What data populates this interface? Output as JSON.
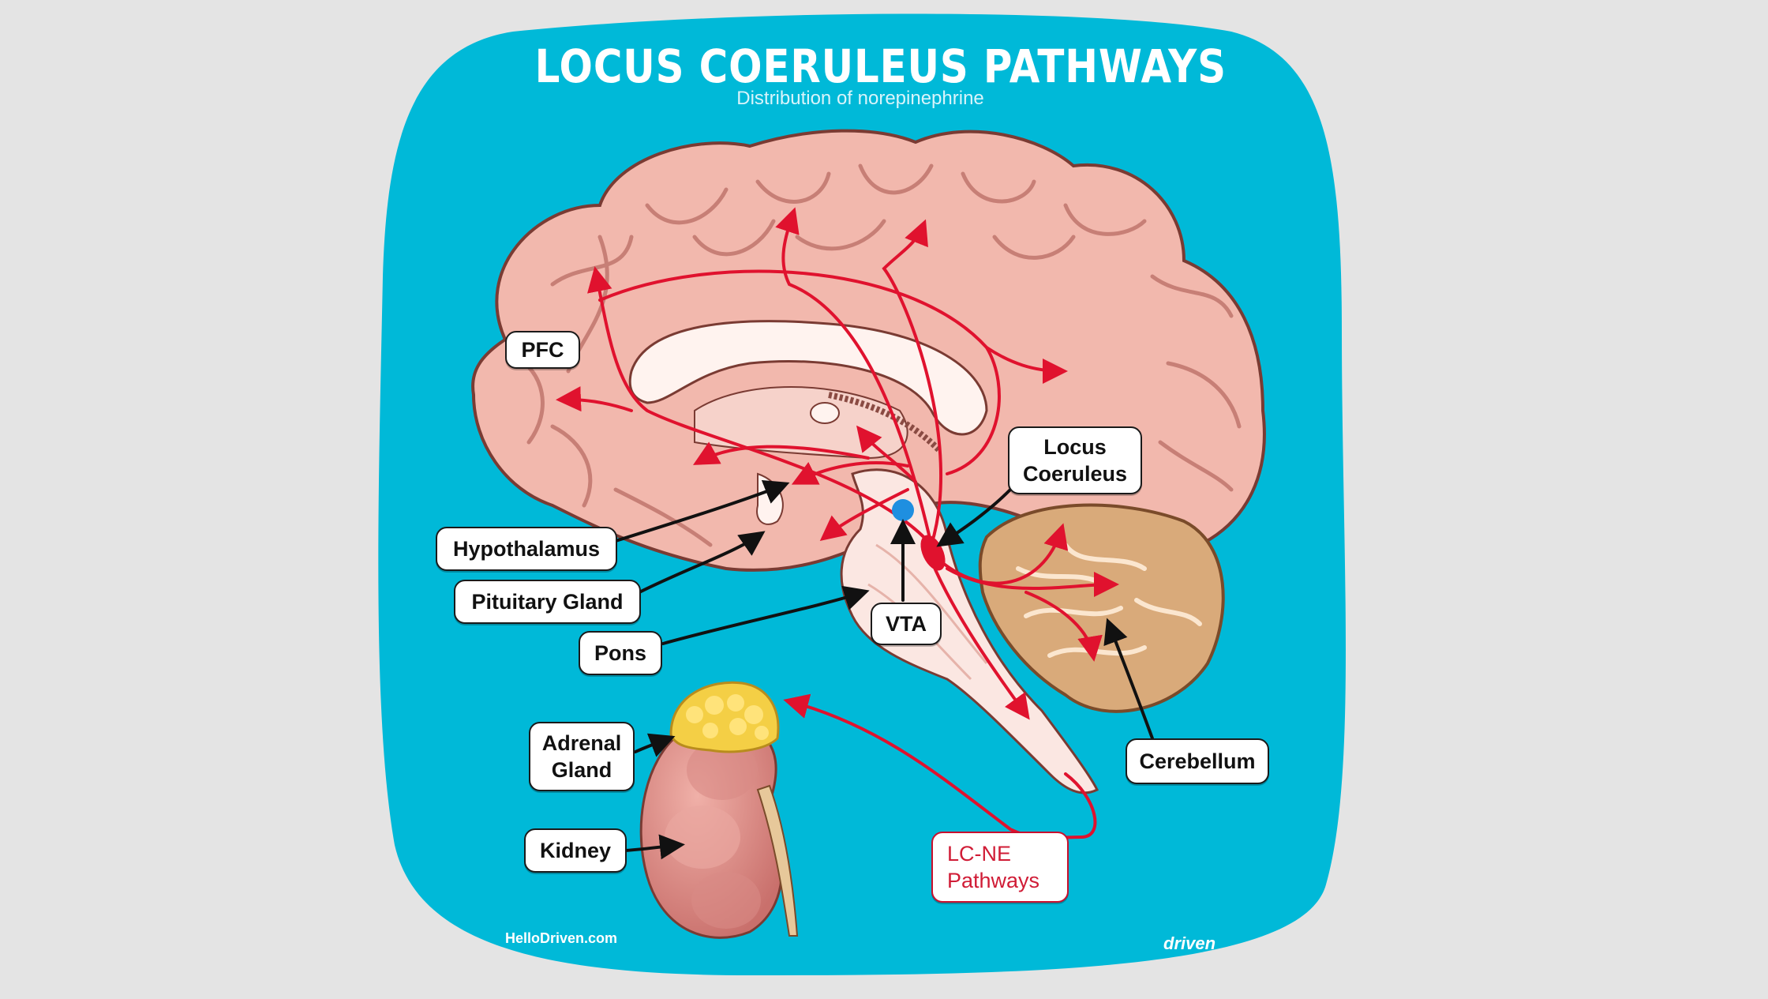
{
  "title": "LOCUS COERULEUS PATHWAYS",
  "subtitle": "Distribution of norepinephrine",
  "labels": {
    "pfc": "PFC",
    "locus_coeruleus": "Locus\nCoeruleus",
    "hypothalamus": "Hypothalamus",
    "pituitary": "Pituitary Gland",
    "pons": "Pons",
    "vta": "VTA",
    "adrenal": "Adrenal\nGland",
    "kidney": "Kidney",
    "cerebellum": "Cerebellum",
    "lcne": "LC-NE\nPathways"
  },
  "footer": {
    "left": "HelloDriven.com",
    "right": "driven"
  },
  "colors": {
    "panel": "#00b9d8",
    "pathway": "#e0122e",
    "brain": "#f2b8ad",
    "cerebellum": "#d9aa7a",
    "adrenal": "#f4cf45",
    "kidney": "#d98b86"
  }
}
